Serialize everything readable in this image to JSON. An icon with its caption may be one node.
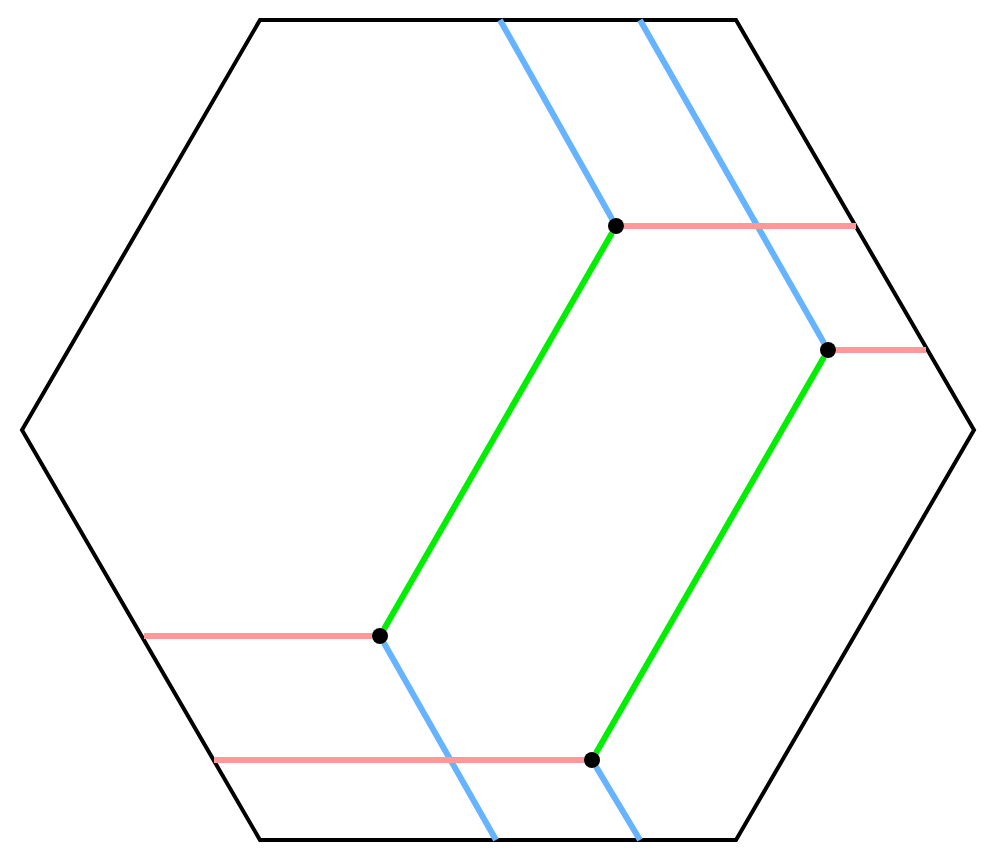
{
  "diagram": {
    "nodes": [
      {
        "text": [],
        "shape": "hexagon"
      },
      {
        "text": [],
        "shape": "circle",
        "in": 0
      },
      {
        "text": [],
        "shape": "circle",
        "in": 0
      },
      {
        "text": [],
        "shape": "circle",
        "in": 0
      },
      {
        "text": [],
        "shape": "circle",
        "in": 0
      }
    ],
    "edges": [
      {
        "from": 1,
        "to": 3,
        "arrow": "none",
        "color": "#00ee00"
      },
      {
        "from": 2,
        "to": 4,
        "arrow": "none",
        "color": "#00ee00"
      },
      {
        "from": 1,
        "to": 0,
        "arrow": "none",
        "color": "#66b3ff"
      },
      {
        "from": 2,
        "to": 0,
        "arrow": "none",
        "color": "#66b3ff"
      },
      {
        "from": 3,
        "to": 0,
        "arrow": "none",
        "color": "#66b3ff"
      },
      {
        "from": 4,
        "to": 0,
        "arrow": "none",
        "color": "#66b3ff"
      },
      {
        "from": 1,
        "to": 0,
        "arrow": "none",
        "color": "#ff9999"
      },
      {
        "from": 2,
        "to": 0,
        "arrow": "none",
        "color": "#ff9999"
      },
      {
        "from": 3,
        "to": 0,
        "arrow": "none",
        "color": "#ff9999"
      },
      {
        "from": 4,
        "to": 0,
        "arrow": "none",
        "color": "#ff9999"
      }
    ]
  }
}
